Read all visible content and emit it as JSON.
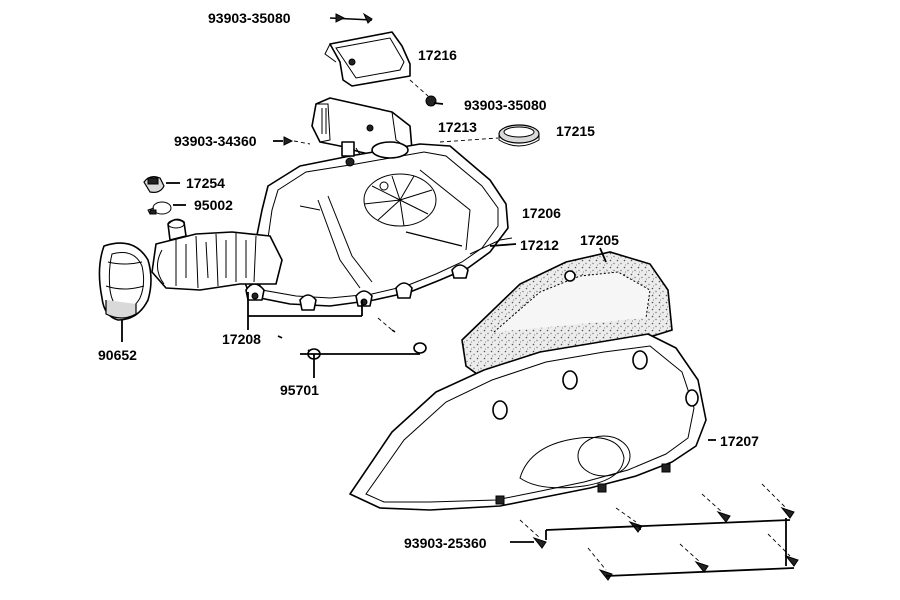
{
  "parts": [
    {
      "id": "p93903_35080_a",
      "number": "93903-35080"
    },
    {
      "id": "p17216",
      "number": "17216"
    },
    {
      "id": "p93903_35080_b",
      "number": "93903-35080"
    },
    {
      "id": "p93903_34360",
      "number": "93903-34360"
    },
    {
      "id": "p17213",
      "number": "17213"
    },
    {
      "id": "p17215",
      "number": "17215"
    },
    {
      "id": "p17254",
      "number": "17254"
    },
    {
      "id": "p95002",
      "number": "95002"
    },
    {
      "id": "p17206",
      "number": "17206"
    },
    {
      "id": "p17212",
      "number": "17212"
    },
    {
      "id": "p17205",
      "number": "17205"
    },
    {
      "id": "p17208",
      "number": "17208"
    },
    {
      "id": "p90652",
      "number": "90652"
    },
    {
      "id": "p95701",
      "number": "95701"
    },
    {
      "id": "p17207",
      "number": "17207"
    },
    {
      "id": "p93903_25360",
      "number": "93903-25360"
    }
  ]
}
